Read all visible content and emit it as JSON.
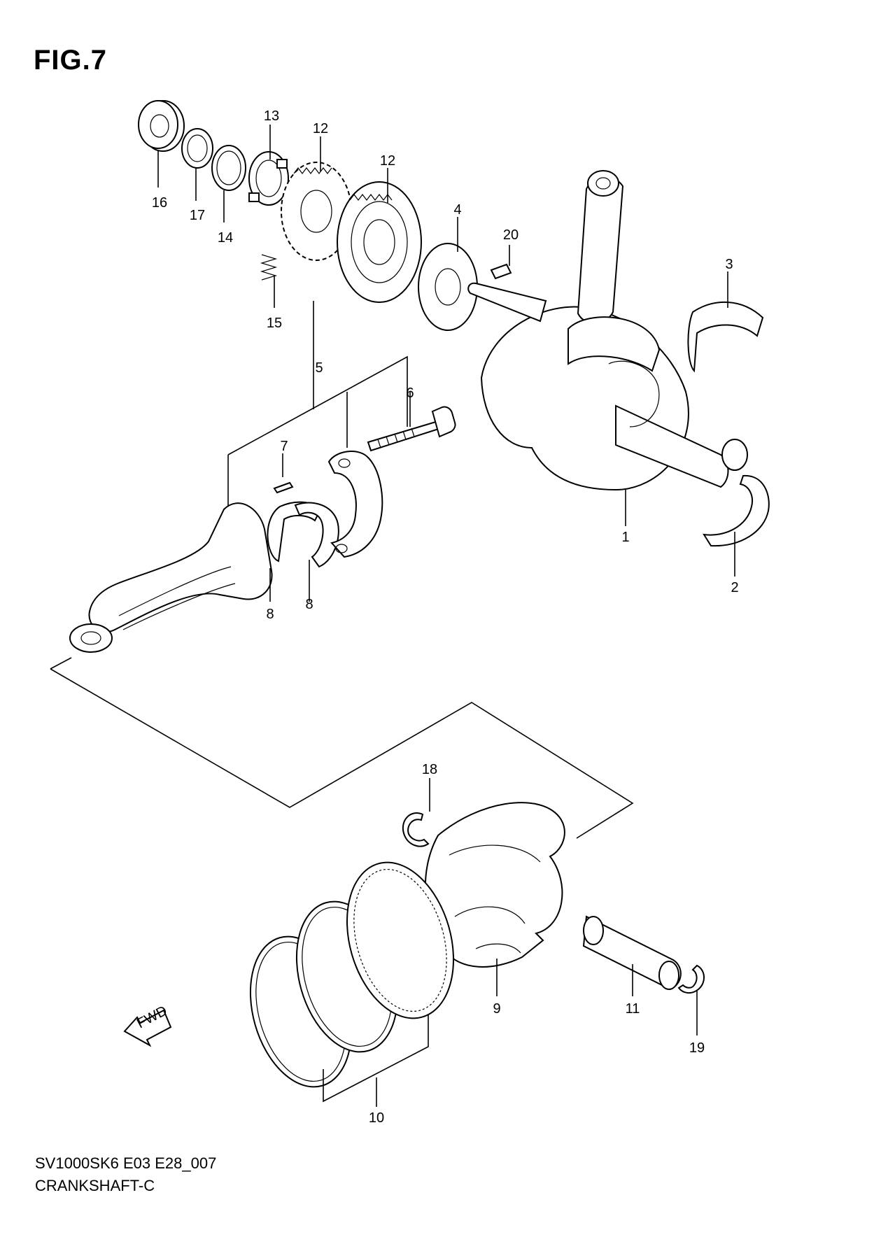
{
  "figure": {
    "title": "FIG.7"
  },
  "footer": {
    "code": "SV1000SK6 E03 E28_007",
    "name": "CRANKSHAFT-C"
  },
  "fwd_label": "FWD",
  "callouts": [
    "1",
    "2",
    "3",
    "4",
    "5",
    "6",
    "7",
    "8",
    "8",
    "9",
    "10",
    "11",
    "12",
    "12",
    "13",
    "14",
    "15",
    "16",
    "17",
    "18",
    "19",
    "20"
  ]
}
